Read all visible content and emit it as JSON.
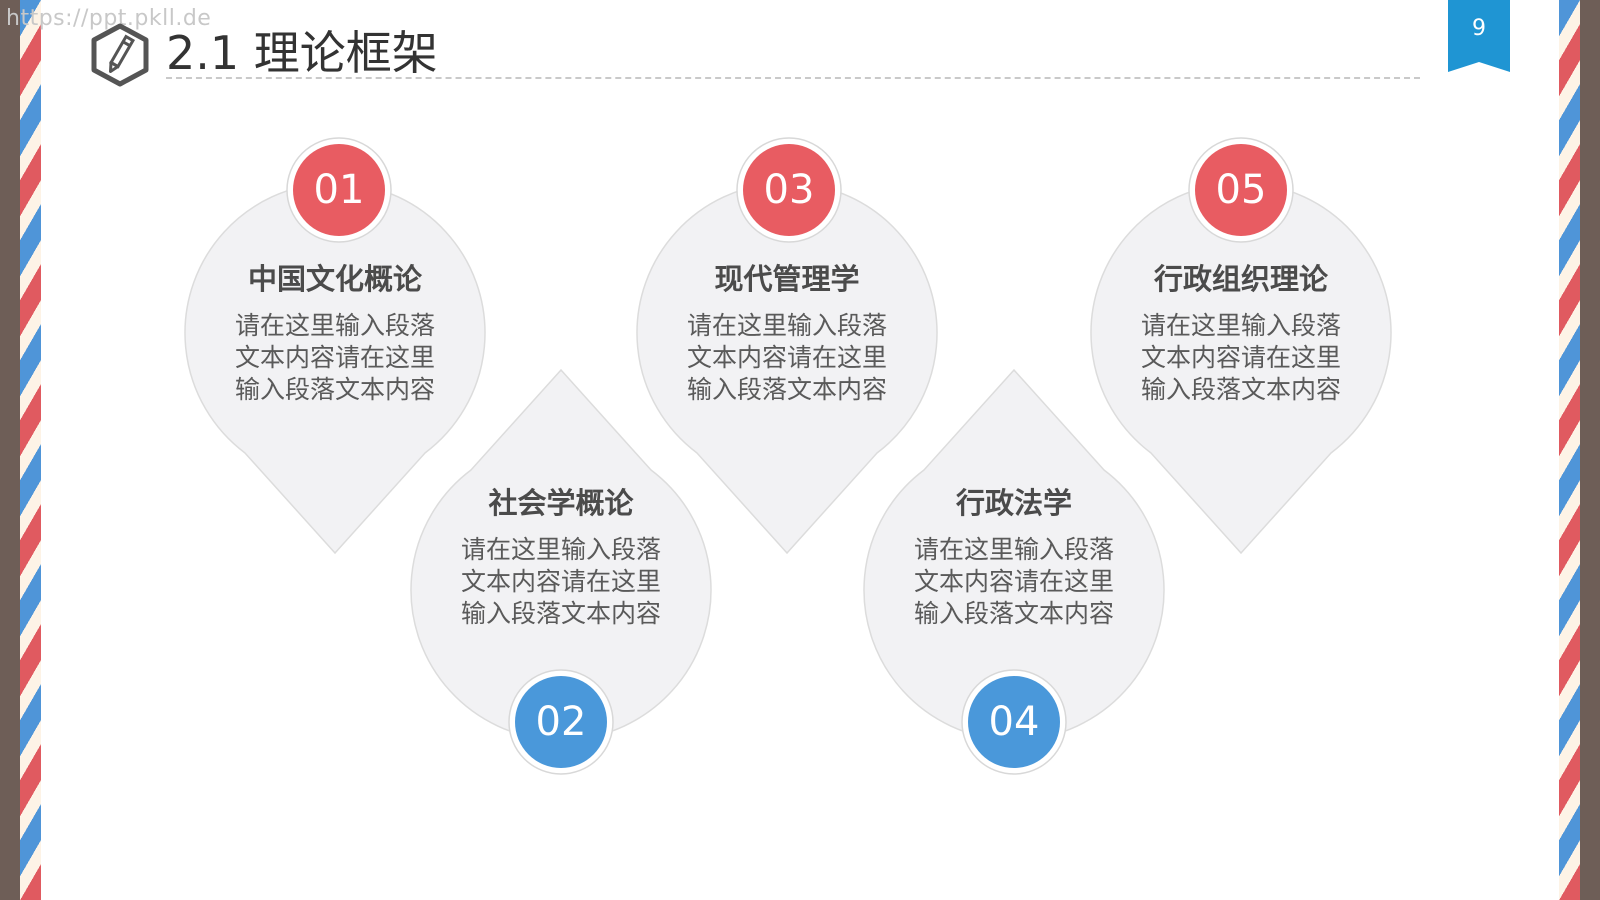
{
  "watermark": "https://ppt.pkll.de",
  "header": {
    "title": "2.1 理论框架",
    "page_number": "9",
    "icon": "pencil-hexagon-icon"
  },
  "colors": {
    "red": "#e85c62",
    "blue": "#4a98da",
    "shape_fill": "#f2f2f4",
    "stripe_red": "#e05a60",
    "stripe_blue": "#4f95d8",
    "badge": "#1f95d3"
  },
  "items": [
    {
      "number": "01",
      "title": "中国文化概论",
      "desc": "请在这里输入段落文本内容请在这里输入段落文本内容",
      "color": "red"
    },
    {
      "number": "02",
      "title": "社会学概论",
      "desc": "请在这里输入段落文本内容请在这里输入段落文本内容",
      "color": "blue"
    },
    {
      "number": "03",
      "title": "现代管理学",
      "desc": "请在这里输入段落文本内容请在这里输入段落文本内容",
      "color": "red"
    },
    {
      "number": "04",
      "title": "行政法学",
      "desc": "请在这里输入段落文本内容请在这里输入段落文本内容",
      "color": "blue"
    },
    {
      "number": "05",
      "title": "行政组织理论",
      "desc": "请在这里输入段落文本内容请在这里输入段落文本内容",
      "color": "red"
    }
  ]
}
